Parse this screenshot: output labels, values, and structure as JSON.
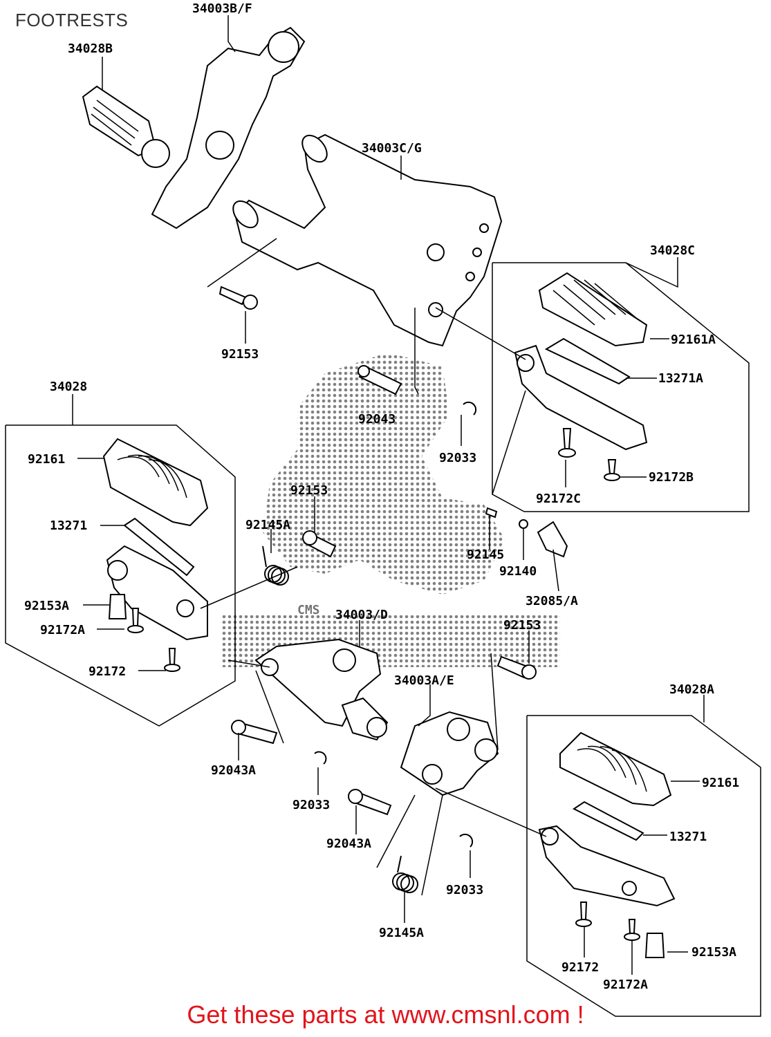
{
  "page_title": "FOOTRESTS",
  "promo": {
    "text": "Get these parts at www.cmsnl.com !",
    "color": "#e2141b"
  },
  "watermark": {
    "text": "CMS",
    "style": "dotted-halftone"
  },
  "labels": {
    "p34003BF": "34003B/F",
    "p34028B": "34028B",
    "p34003CG": "34003C/G",
    "p34028C": "34028C",
    "p92153_top": "92153",
    "p92161A": "92161A",
    "p13271A": "13271A",
    "p34028": "34028",
    "p92043_top": "92043",
    "p92033_top": "92033",
    "p92161_left": "92161",
    "p92172C": "92172C",
    "p92172B": "92172B",
    "p92153_mid": "92153",
    "p92145A_top": "92145A",
    "p13271_left": "13271",
    "p92145": "92145",
    "p92140": "92140",
    "p32085A": "32085/A",
    "p92153A_left": "92153A",
    "p34003D": "34003/D",
    "p92172A_left": "92172A",
    "p92153_right": "92153",
    "p92172_left": "92172",
    "p34003AE": "34003A/E",
    "p34028A": "34028A",
    "p92043A_left": "92043A",
    "p92161_right": "92161",
    "p92033_mid": "92033",
    "p92043A_right": "92043A",
    "p13271_right": "13271",
    "p92033_bottom": "92033",
    "p92145A_bottom": "92145A",
    "p92172_right": "92172",
    "p92153A_right": "92153A",
    "p92172A_right": "92172A"
  }
}
